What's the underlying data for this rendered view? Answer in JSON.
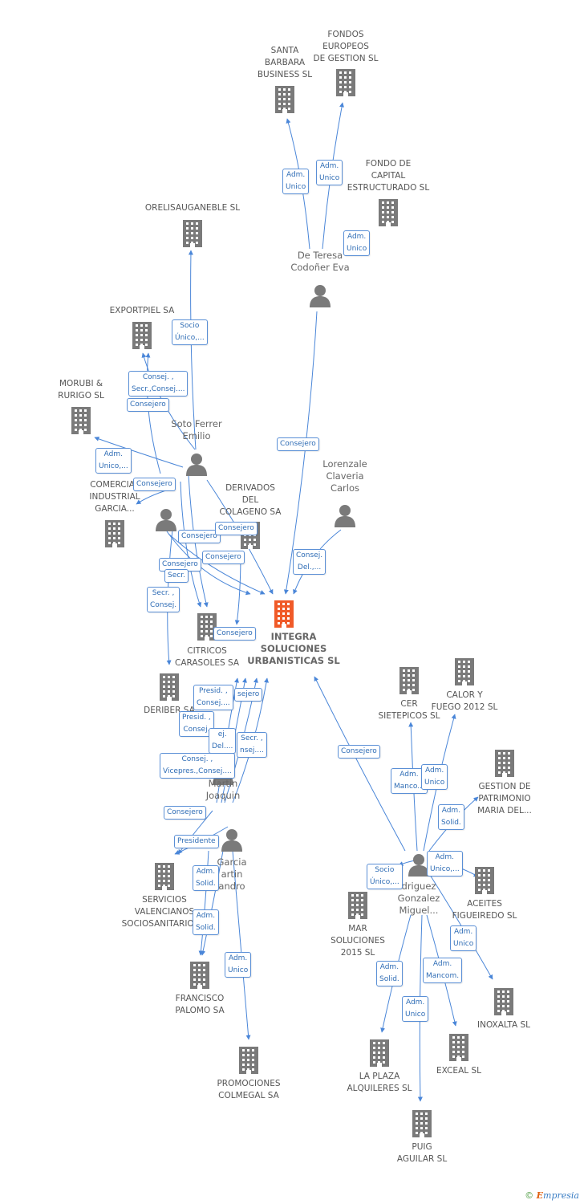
{
  "colors": {
    "edge": "#4a86d8",
    "icon": "#7a7a7a",
    "main_icon": "#f05a28",
    "label": "#555555",
    "rel_text": "#2e6cb5"
  },
  "center": {
    "label": "INTEGRA\nSOLUCIONES\nURBANISTICAS SL",
    "icon": "building-icon"
  },
  "companies": [
    {
      "id": "santa",
      "label": "SANTA\nBARBARA\nBUSINESS SL"
    },
    {
      "id": "fondos",
      "label": "FONDOS\nEUROPEOS\nDE GESTION SL"
    },
    {
      "id": "fondocap",
      "label": "FONDO DE\nCAPITAL\nESTRUCTURADO SL"
    },
    {
      "id": "orelis",
      "label": "ORELISAUGANEBLE SL"
    },
    {
      "id": "exportpiel",
      "label": "EXPORTPIEL SA"
    },
    {
      "id": "morubi",
      "label": "MORUBI &\nRURIGO SL"
    },
    {
      "id": "comercial",
      "label": "COMERCIAL\nINDUSTRIAL\nGARCIA..."
    },
    {
      "id": "derivados",
      "label": "DERIVADOS\nDEL\nCOLAGENO SA"
    },
    {
      "id": "citricos",
      "label": "CITRICOS\nCARASOLES SA"
    },
    {
      "id": "deriber",
      "label": "DERIBER SA"
    },
    {
      "id": "servicios",
      "label": "SERVICIOS\nVALENCIANOS\nSOCIOSANITARIOS..."
    },
    {
      "id": "francisco",
      "label": "FRANCISCO\nPALOMO SA"
    },
    {
      "id": "promociones",
      "label": "PROMOCIONES\nCOLMEGAL SA"
    },
    {
      "id": "cer",
      "label": "CER\nSIETEPICOS SL"
    },
    {
      "id": "calor",
      "label": "CALOR Y\nFUEGO 2012 SL"
    },
    {
      "id": "gestion",
      "label": "GESTION DE\nPATRIMONIO\nMARIA DEL..."
    },
    {
      "id": "aceites",
      "label": "ACEITES\nFIGUEIREDO SL"
    },
    {
      "id": "mar",
      "label": "MAR\nSOLUCIONES\n2015  SL"
    },
    {
      "id": "inoxalta",
      "label": "INOXALTA SL"
    },
    {
      "id": "laplaza",
      "label": "LA PLAZA\nALQUILERES SL"
    },
    {
      "id": "exceal",
      "label": "EXCEAL SL"
    },
    {
      "id": "puig",
      "label": "PUIG\nAGUILAR  SL"
    }
  ],
  "persons": [
    {
      "id": "deteresa",
      "label": "De Teresa\nCodoñer Eva"
    },
    {
      "id": "soto",
      "label": "Soto Ferrer\nEmilio"
    },
    {
      "id": "lorenzale",
      "label": "Lorenzale\nClaveria\nCarlos"
    },
    {
      "id": "person4",
      "label": ""
    },
    {
      "id": "martin",
      "label": "Martin\nJoaquin"
    },
    {
      "id": "garcia",
      "label": "Garcia\nartin\nandro"
    },
    {
      "id": "rodriguez",
      "label": "driguez\nGonzalez\nMiguel..."
    }
  ],
  "relations": [
    {
      "id": "r1",
      "label": "Adm.\nUnico"
    },
    {
      "id": "r2",
      "label": "Adm.\nUnico"
    },
    {
      "id": "r3",
      "label": "Adm.\nUnico"
    },
    {
      "id": "r4",
      "label": "Socio\nÚnico,..."
    },
    {
      "id": "r5",
      "label": "Consej. ,\nSecr.,Consej...."
    },
    {
      "id": "r6",
      "label": "Consejero"
    },
    {
      "id": "r7",
      "label": "Adm.\nUnico,..."
    },
    {
      "id": "r8",
      "label": "Consejero"
    },
    {
      "id": "r9",
      "label": "Consejero"
    },
    {
      "id": "r10",
      "label": "Consej.\nDel.,..."
    },
    {
      "id": "r11",
      "label": "Consejero"
    },
    {
      "id": "r12",
      "label": "Consejero"
    },
    {
      "id": "r13",
      "label": "Consejero"
    },
    {
      "id": "r14",
      "label": "Consejero"
    },
    {
      "id": "r15",
      "label": "Secr."
    },
    {
      "id": "r16",
      "label": "Secr. ,\nConsej."
    },
    {
      "id": "r17",
      "label": "Consejero"
    },
    {
      "id": "r18",
      "label": "Presid. ,\nConsej...."
    },
    {
      "id": "r19",
      "label": "sejero"
    },
    {
      "id": "r20",
      "label": "Presid. ,\nConsej."
    },
    {
      "id": "r21",
      "label": "ej.\nDel...."
    },
    {
      "id": "r22",
      "label": "Secr. ,\nnsej...."
    },
    {
      "id": "r23",
      "label": "Consej. ,\nVicepres.,Consej...."
    },
    {
      "id": "r24",
      "label": "Consejero"
    },
    {
      "id": "r25",
      "label": "Presidente"
    },
    {
      "id": "r26",
      "label": "Adm.\nSolid."
    },
    {
      "id": "r27",
      "label": "Adm.\nSolid."
    },
    {
      "id": "r28",
      "label": "Adm.\nUnico"
    },
    {
      "id": "r29",
      "label": "Consejero"
    },
    {
      "id": "r30",
      "label": "Adm.\nManco..."
    },
    {
      "id": "r31",
      "label": "Adm.\nUnico"
    },
    {
      "id": "r32",
      "label": "Adm.\nSolid."
    },
    {
      "id": "r33",
      "label": "Socio\nÚnico,..."
    },
    {
      "id": "r34",
      "label": "Adm.\nUnico,..."
    },
    {
      "id": "r35",
      "label": "Adm.\nUnico"
    },
    {
      "id": "r36",
      "label": "Adm.\nSolid."
    },
    {
      "id": "r37",
      "label": "Adm.\nMancom."
    },
    {
      "id": "r38",
      "label": "Adm.\nUnico"
    }
  ],
  "footer": {
    "copyright": "©",
    "brand_e": "E",
    "brand_rest": "mpresia"
  }
}
